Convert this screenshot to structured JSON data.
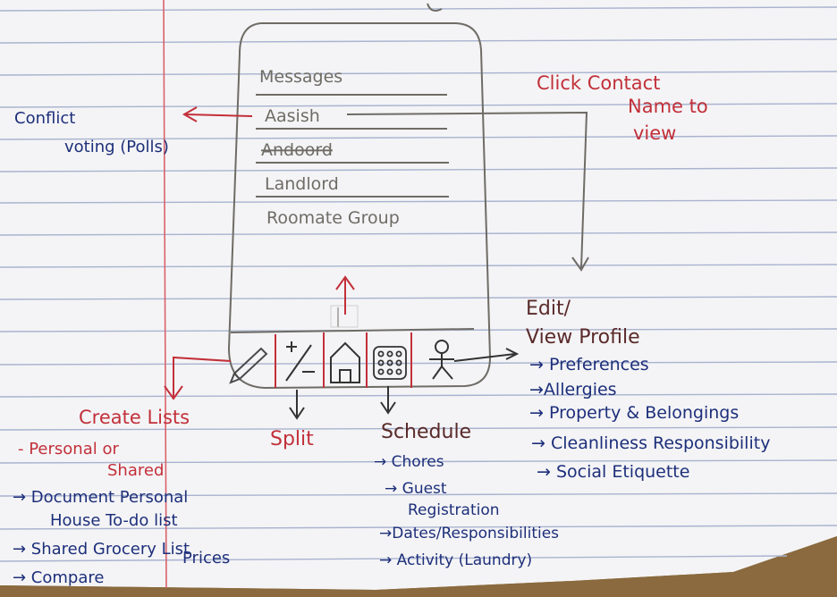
{
  "phone": {
    "menu_items": [
      "Messages",
      "Aasish",
      "Andoord",
      "Landlord",
      "Roomate Group"
    ],
    "nav_icons": [
      "pencil-icon",
      "split-plus-minus-icon",
      "home-icon",
      "calendar-grid-icon",
      "person-icon"
    ]
  },
  "annotations": {
    "conflict": [
      "Conflict",
      "voting (Polls)"
    ],
    "click_contact": [
      "Click Contact",
      "Name to",
      "view"
    ],
    "edit_title": [
      "Edit/",
      "View Profile"
    ],
    "profile_items": [
      "→ Preferences",
      "→Allergies",
      "→ Property & Belongings",
      "→ Cleanliness Responsibility",
      "→ Social Etiquette"
    ],
    "create_lists_title": "Create Lists",
    "create_lists_items": [
      "- Personal or",
      "Shared",
      "→ Document Personal",
      "House To-do list",
      "→ Shared Grocery List",
      "→ Compare",
      "Prices"
    ],
    "split_label": "Split",
    "schedule_title": "Schedule",
    "schedule_items": [
      "→ Chores",
      "→ Guest",
      "Registration",
      "→Dates/Responsibilities",
      "→ Activity (Laundry)"
    ]
  },
  "colors": {
    "paper": "#f4f4f6",
    "rule_line": "#a9b3cf",
    "margin_line": "#d9626a",
    "pencil": "#6f6c66",
    "red_ink": "#c2303a",
    "blue_ink": "#1d2f7a",
    "brown_ink": "#5a2a2a",
    "table": "#8a6a3e"
  }
}
